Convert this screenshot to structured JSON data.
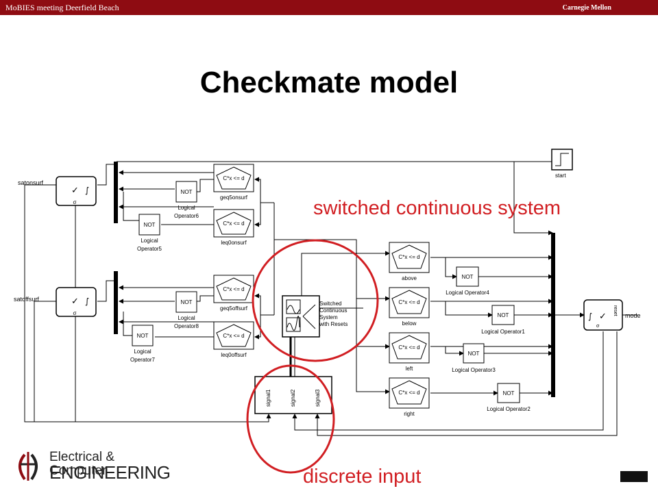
{
  "header": {
    "left": "MoBIES meeting Deerfield Beach",
    "right": "Carnegie Mellon"
  },
  "title": "Checkmate model",
  "annotations": {
    "top": "switched continuous system",
    "bottom": "discrete input"
  },
  "blocks": {
    "saton": "satonsurf",
    "satoff": "satoffsurf",
    "mode": "mode",
    "start": "start",
    "compare_expr": "C*x <= d",
    "not": "NOT",
    "geq5on": "geq5onsurf",
    "leq0on": "leq0onsurf",
    "geq5off": "geq5offsurf",
    "leq0off": "leq0offsurf",
    "lo5": "Logical",
    "lo5b": "Operator5",
    "lo6": "Logical",
    "lo6b": "Operator6",
    "lo7": "Logical",
    "lo7b": "Operator7",
    "lo8": "Logical",
    "lo8b": "Operator8",
    "above": "above",
    "below": "below",
    "left": "left",
    "right": "right",
    "lo4": "Logical Operator4",
    "lo1": "Logical Operator1",
    "lo3": "Logical Operator3",
    "lo2": "Logical Operator2",
    "scs1": "Switched",
    "scs2": "Continuous",
    "scs3": "System",
    "scs4": "with Resets",
    "signal1": "signal1",
    "signal2": "signal2",
    "signal3": "signal3",
    "sigma": "σ",
    "reset": "reset"
  },
  "logo": {
    "line1": "Electrical & Computer",
    "line2": "ENGINEERING"
  },
  "colors": {
    "header_bg": "#8e0c12",
    "annotation": "#d11e22"
  }
}
